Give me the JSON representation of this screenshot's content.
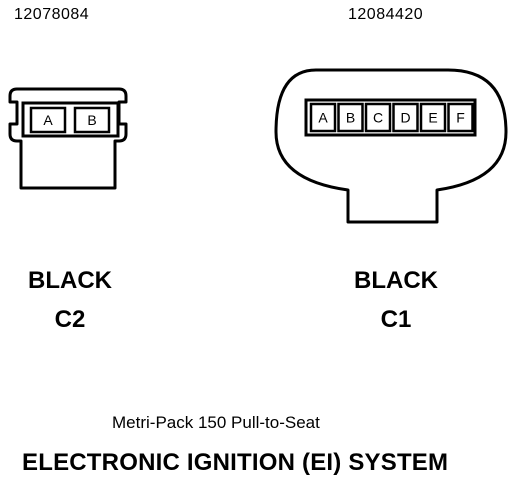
{
  "connectors": [
    {
      "part_number": "12078084",
      "color": "BLACK",
      "id": "C2",
      "terminals": [
        "A",
        "B"
      ]
    },
    {
      "part_number": "12084420",
      "color": "BLACK",
      "id": "C1",
      "terminals": [
        "A",
        "B",
        "C",
        "D",
        "E",
        "F"
      ]
    }
  ],
  "caption": "Metri-Pack 150 Pull-to-Seat",
  "system_title": "ELECTRONIC IGNITION (EI) SYSTEM"
}
